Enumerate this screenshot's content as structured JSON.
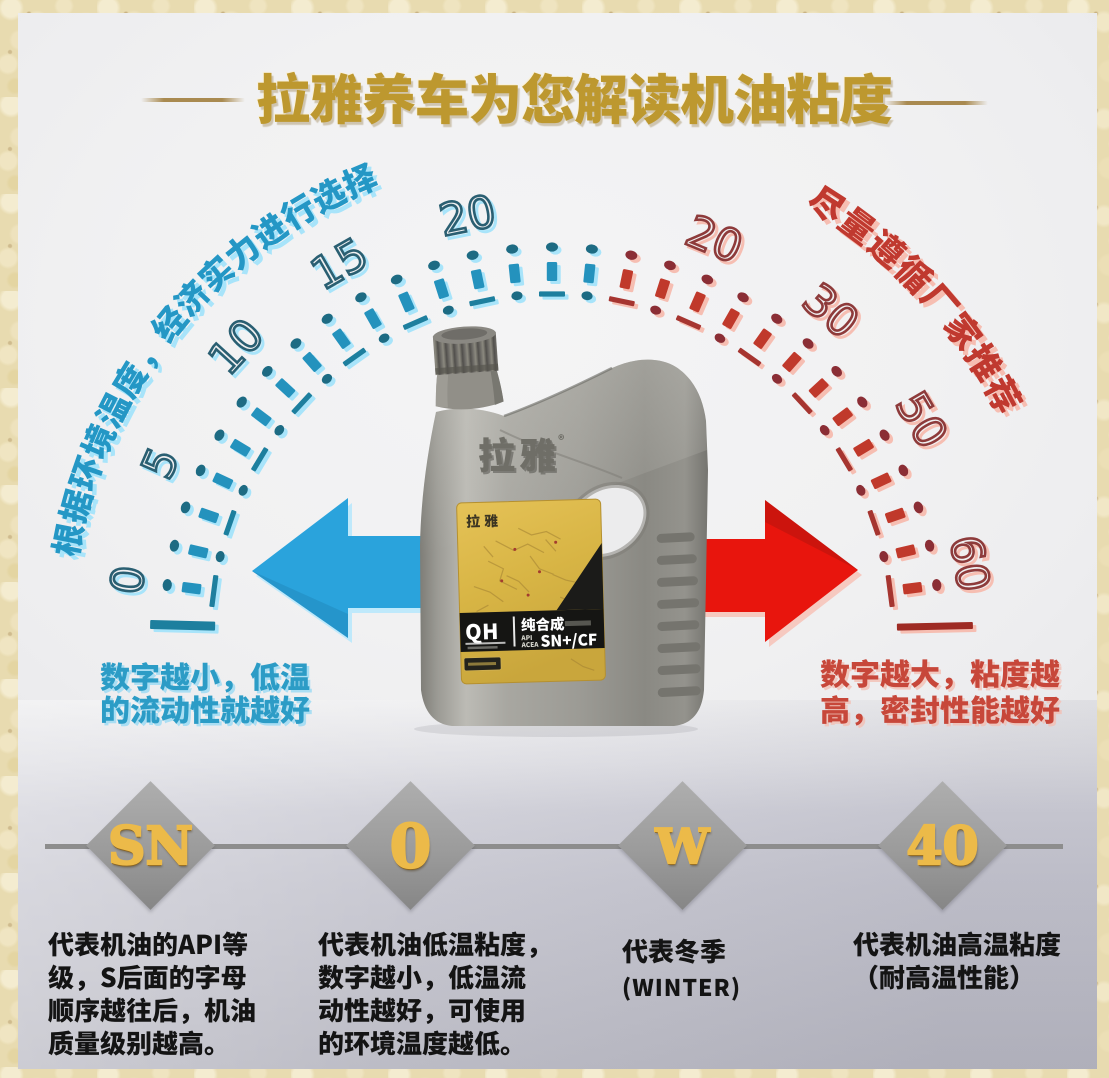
{
  "title": {
    "text": "拉雅养车为您解读机油粘度"
  },
  "gauge": {
    "left_slogan": "根据环境温度，经济实力进行选择",
    "right_slogan": "尽量遵循厂家推荐",
    "blue_labels": [
      "0",
      "5",
      "10",
      "15",
      "20"
    ],
    "red_labels": [
      "20",
      "30",
      "50",
      "60"
    ]
  },
  "arrows": {
    "left_caption_line1": "数字越小，低温",
    "left_caption_line2": "的流动性就越好",
    "right_caption_line1": "数字越大，粘度越",
    "right_caption_line2": "高，密封性能越好"
  },
  "bottle": {
    "emboss_brand": "拉雅",
    "emboss_reg": "®",
    "label_brand": "拉雅",
    "label_logo": "QH",
    "label_product": "纯合成",
    "label_api": "API",
    "label_acea": "ACEA",
    "label_grade": "SN+/CF"
  },
  "legend": {
    "items": [
      {
        "symbol": "SN",
        "desc_lines": [
          "代表机油的API等",
          "级，S后面的字母",
          "顺序越往后，机油",
          "质量级别越高。"
        ]
      },
      {
        "symbol": "0",
        "desc_lines": [
          "代表机油低温粘度，",
          "数字越小，低温流",
          "动性越好，可使用",
          "的环境温度越低。"
        ]
      },
      {
        "symbol": "W",
        "desc_lines": [
          "代表冬季",
          "(WINTER)"
        ]
      },
      {
        "symbol": "40",
        "desc_lines": [
          "代表机油高温粘度",
          "（耐高温性能）"
        ]
      }
    ]
  },
  "colors": {
    "title_gold": "#bd982f",
    "blue_main": "#2aa3dc",
    "blue_dark": "#1d7f9e",
    "blue_dot": "#1d6b83",
    "blue_glow": "#a8e4fa",
    "blue_number": "#2a5f72",
    "red_main": "#e8150d",
    "red_dash": "#c0392b",
    "red_dot": "#8b2e35",
    "red_glow": "#f6beb2",
    "red_number": "#8e3b3b",
    "red_text": "#c7473a",
    "blue_text": "#2c9cc6",
    "diamond_gray": "#9a9a9a",
    "diamond_gold": "#eebc4e",
    "label_yellow": "#d8b545",
    "desc_black": "#141414"
  },
  "chart_data": {
    "type": "gauge",
    "description": "Engine-oil viscosity temperature dial: blue low-temperature half and red high-temperature half",
    "left_scale": {
      "color_name": "blue",
      "tick_labels": [
        0,
        5,
        10,
        15,
        20
      ],
      "annotation": "根据环境温度，经济实力进行选择"
    },
    "right_scale": {
      "color_name": "red",
      "tick_labels": [
        20,
        30,
        50,
        60
      ],
      "annotation": "尽量遵循厂家推荐"
    },
    "viscosity_code": [
      "SN",
      "0",
      "W",
      "40"
    ]
  }
}
